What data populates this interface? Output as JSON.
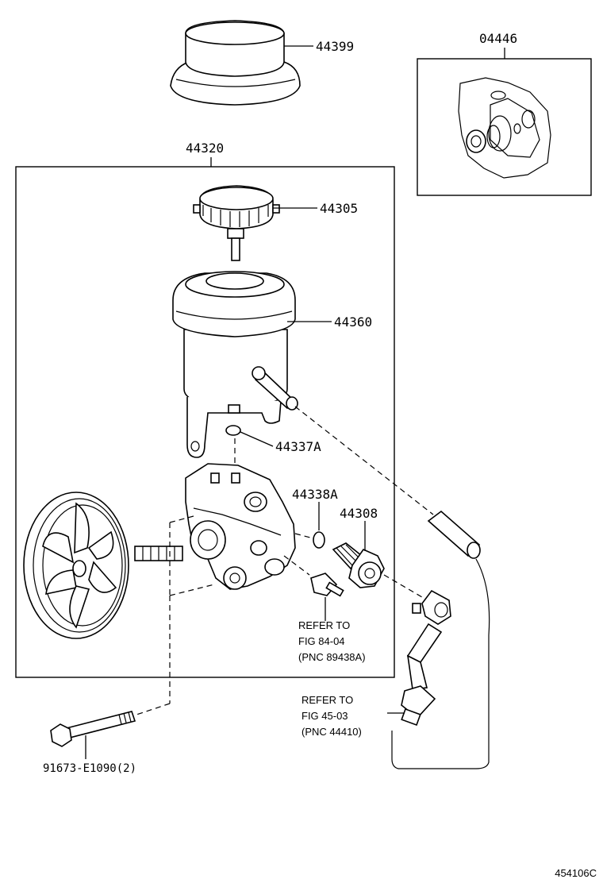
{
  "parts": {
    "reservoir_cover": "44399",
    "gasket_kit": "04446",
    "pump_assembly": "44320",
    "cap": "44305",
    "reservoir_tank": "44360",
    "o_ring": "44337A",
    "o_ring_small": "44338A",
    "union": "44308",
    "bolt": "91673-E1090(2)"
  },
  "refs": {
    "sensor": {
      "line1": "REFER TO",
      "line2": "FIG 84-04",
      "line3": "(PNC 89438A)"
    },
    "hose": {
      "line1": "REFER TO",
      "line2": "FIG 45-03",
      "line3": "(PNC 44410)"
    }
  },
  "figure_code": "454106C"
}
